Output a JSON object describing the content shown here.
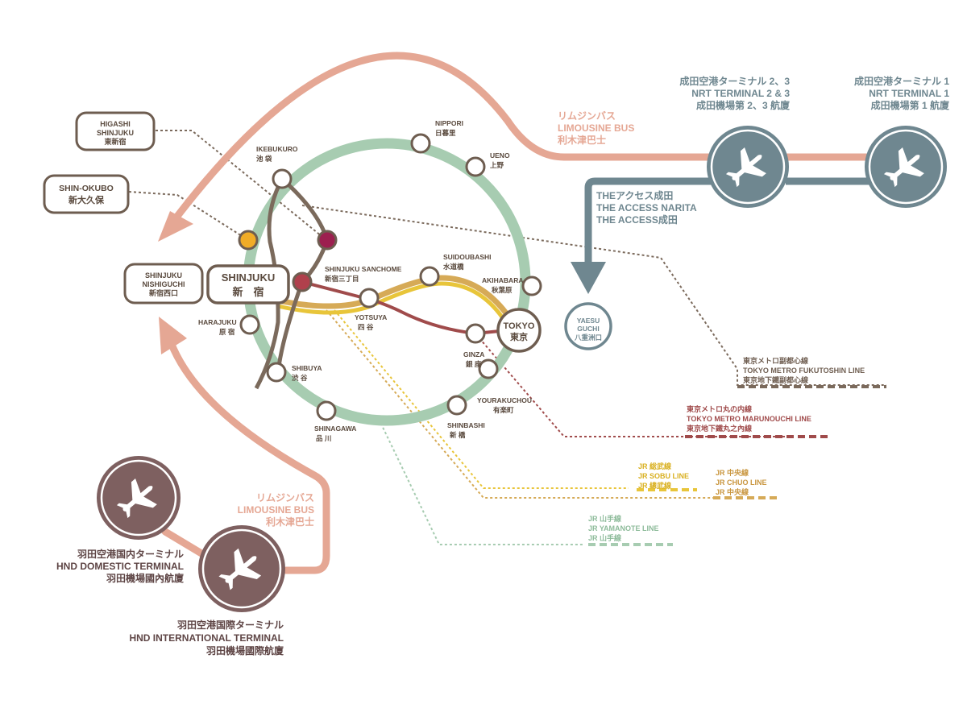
{
  "colors": {
    "yamanote": "#a7ccb1",
    "fukutoshin": "#7b6a5c",
    "marunouchi": "#a04b4b",
    "sobu": "#e8c53a",
    "chuo": "#d6aa57",
    "limousine": "#e5a794",
    "access": "#6f8790",
    "haneda": "#7e6060",
    "station_border": "#6e5d50"
  },
  "icons": {
    "airport": "airplane-icon"
  },
  "stations": {
    "ikebukuro": [
      "IKEBUKURO",
      "池 袋"
    ],
    "nippori": [
      "NIPPORI",
      "日暮里"
    ],
    "ueno": [
      "UENO",
      "上野"
    ],
    "akihabara": [
      "AKIHABARA",
      "秋葉原"
    ],
    "tokyo": [
      "TOKYO",
      "東京"
    ],
    "yourakuchou": [
      "YOURAKUCHOU",
      "有楽町"
    ],
    "shinbashi": [
      "SHINBASHI",
      "新 橋"
    ],
    "shinagawa": [
      "SHINAGAWA",
      "品 川"
    ],
    "shibuya": [
      "SHIBUYA",
      "渋 谷"
    ],
    "harajuku": [
      "HARAJUKU",
      "原 宿"
    ],
    "shinjuku": [
      "SHINJUKU",
      "新　宿"
    ],
    "suidoubashi": [
      "SUIDOUBASHI",
      "水道橋"
    ],
    "shinjuku_sanchome": [
      "SHINJUKU SANCHOME",
      "新宿三丁目"
    ],
    "yotsuya": [
      "YOTSUYA",
      "四 谷"
    ],
    "ginza": [
      "GINZA",
      "銀 座"
    ],
    "yaesu": [
      "YAESU",
      "GUCHI",
      "八重洲口"
    ]
  },
  "callouts": {
    "higashi": [
      "HIGASHI",
      "SHINJUKU",
      "東新宿"
    ],
    "shinokubo": [
      "SHIN-OKUBO",
      "新大久保"
    ],
    "nishiguchi": [
      "SHINJUKU",
      "NISHIGUCHI",
      "新宿西口"
    ]
  },
  "airports": {
    "nrt23": [
      "成田空港ターミナル 2、3",
      "NRT TERMINAL 2 & 3",
      "成田機場第 2、3 航廈"
    ],
    "nrt1": [
      "成田空港ターミナル 1",
      "NRT TERMINAL 1",
      "成田機場第 1 航廈"
    ],
    "hnd_dom": [
      "羽田空港国内ターミナル",
      "HND DOMESTIC TERMINAL",
      "羽田機場國內航廈"
    ],
    "hnd_int": [
      "羽田空港国際ターミナル",
      "HND INTERNATIONAL TERMINAL",
      "羽田機場國際航廈"
    ]
  },
  "bus": {
    "top": [
      "リムジンバス",
      "LIMOUSINE BUS",
      "利木津巴士"
    ],
    "bottom": [
      "リムジンバス",
      "LIMOUSINE BUS",
      "利木津巴士"
    ],
    "access": [
      "THEアクセス成田",
      "THE ACCESS NARITA",
      "THE ACCESS成田"
    ]
  },
  "legend": {
    "fukutoshin": [
      "東京メトロ副都心線",
      "TOKYO METRO FUKUTOSHIN LINE",
      "東京地下鐵副都心線"
    ],
    "marunouchi": [
      "東京メトロ丸の内線",
      "TOKYO METRO MARUNOUCHI LINE",
      "東京地下鐵丸之內線"
    ],
    "sobu": [
      "JR 総武線",
      "JR SOBU LINE",
      "JR 總武線"
    ],
    "chuo": [
      "JR 中央線",
      "JR CHUO LINE",
      "JR 中央線"
    ],
    "yamanote": [
      "JR 山手線",
      "JR YAMANOTE LINE",
      "JR 山手線"
    ]
  }
}
